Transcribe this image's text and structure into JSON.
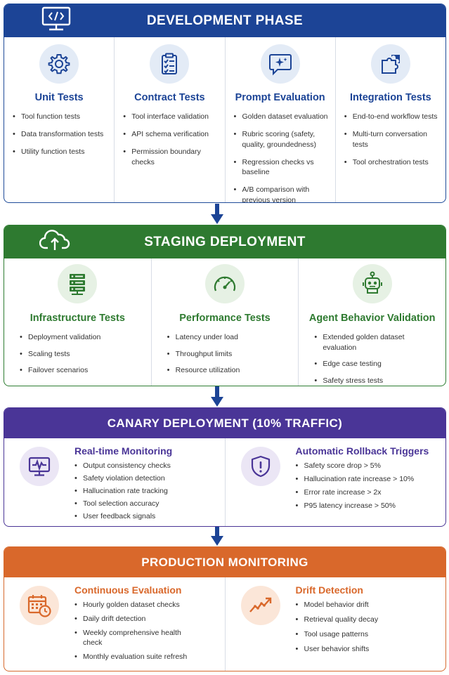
{
  "colors": {
    "development": "#1c4496",
    "staging": "#2e7a30",
    "canary": "#4a3597",
    "production": "#d9682b"
  },
  "development": {
    "title": "DEVELOPMENT PHASE",
    "icon": "code-monitor-icon",
    "columns": [
      {
        "icon": "gear-icon",
        "title": "Unit Tests",
        "items": [
          "Tool function tests",
          "Data transformation tests",
          "Utility function tests"
        ]
      },
      {
        "icon": "clipboard-checklist-icon",
        "title": "Contract Tests",
        "items": [
          "Tool interface validation",
          "API schema verification",
          "Permission boundary checks"
        ]
      },
      {
        "icon": "sparkle-chat-icon",
        "title": "Prompt Evaluation",
        "items": [
          "Golden dataset evaluation",
          "Rubric scoring (safety, quality, groundedness)",
          "Regression checks vs baseline",
          "A/B comparison with previous version"
        ]
      },
      {
        "icon": "puzzle-icon",
        "title": "Integration Tests",
        "items": [
          "End-to-end workflow tests",
          "Multi-turn conversation tests",
          "Tool orchestration tests"
        ]
      }
    ]
  },
  "staging": {
    "title": "STAGING DEPLOYMENT",
    "icon": "cloud-upload-icon",
    "columns": [
      {
        "icon": "server-rack-icon",
        "title": "Infrastructure Tests",
        "items": [
          "Deployment validation",
          "Scaling tests",
          "Failover scenarios"
        ]
      },
      {
        "icon": "speedometer-icon",
        "title": "Performance Tests",
        "items": [
          "Latency under load",
          "Throughput limits",
          "Resource utilization"
        ]
      },
      {
        "icon": "robot-icon",
        "title": "Agent Behavior Validation",
        "items": [
          "Extended golden dataset evaluation",
          "Edge case testing",
          "Safety stress tests"
        ]
      }
    ]
  },
  "canary": {
    "title": "CANARY DEPLOYMENT (10% TRAFFIC)",
    "columns": [
      {
        "icon": "monitor-pulse-icon",
        "title": "Real-time Monitoring",
        "items": [
          "Output consistency checks",
          "Safety violation detection",
          "Hallucination rate tracking",
          "Tool selection accuracy",
          "User feedback signals"
        ]
      },
      {
        "icon": "shield-alert-icon",
        "title": "Automatic Rollback Triggers",
        "items": [
          "Safety score drop > 5%",
          "Hallucination rate increase > 10%",
          "Error rate increase > 2x",
          "P95 latency increase > 50%"
        ]
      }
    ]
  },
  "production": {
    "title": "PRODUCTION MONITORING",
    "columns": [
      {
        "icon": "calendar-clock-icon",
        "title": "Continuous Evaluation",
        "items": [
          "Hourly golden dataset checks",
          "Daily drift detection",
          "Weekly comprehensive health check",
          "Monthly evaluation suite refresh"
        ]
      },
      {
        "icon": "trend-up-icon",
        "title": "Drift Detection",
        "items": [
          "Model behavior drift",
          "Retrieval quality decay",
          "Tool usage patterns",
          "User behavior shifts"
        ]
      }
    ]
  }
}
